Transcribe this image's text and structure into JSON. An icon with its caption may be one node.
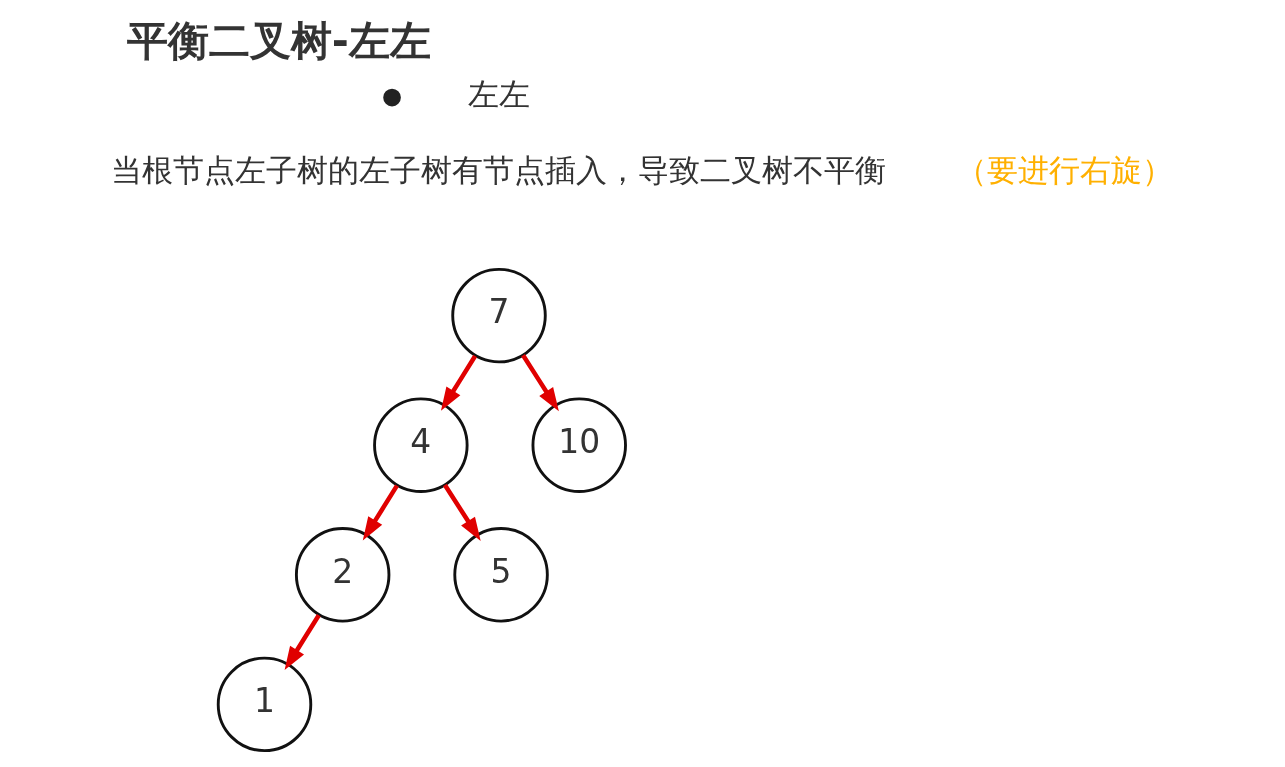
{
  "diagram": {
    "title": "平衡二叉树-左左",
    "nodes": [
      {
        "text": [
          "7"
        ]
      },
      {
        "text": [
          "4"
        ]
      },
      {
        "text": [
          "10"
        ]
      },
      {
        "text": [
          "2"
        ]
      },
      {
        "text": [
          "5"
        ]
      },
      {
        "text": [
          "1"
        ]
      }
    ],
    "edges": [
      {
        "from": 0,
        "to": 1,
        "arrow": "to"
      },
      {
        "from": 0,
        "to": 2,
        "arrow": "to"
      },
      {
        "from": 1,
        "to": 3,
        "arrow": "to"
      },
      {
        "from": 1,
        "to": 4,
        "arrow": "to"
      },
      {
        "from": 3,
        "to": 5,
        "arrow": "to"
      }
    ],
    "labels": [
      "左左",
      "当根节点左子树的左子树有节点插入，导致二叉树不平衡",
      "（要进行右旋）"
    ]
  }
}
